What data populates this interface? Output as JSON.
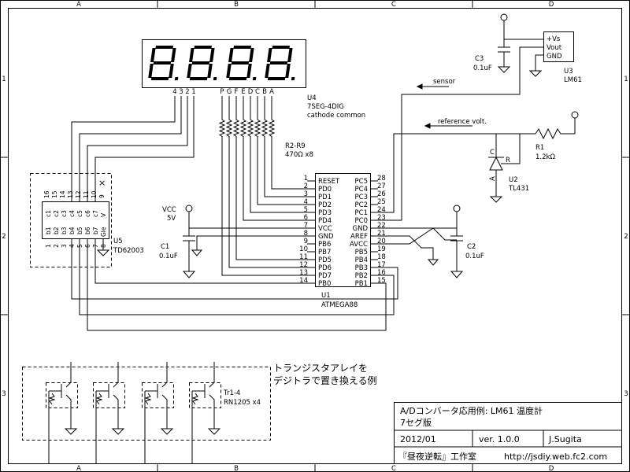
{
  "frame": {
    "col_labels": [
      "A",
      "B",
      "C",
      "D"
    ],
    "row_labels": [
      "1",
      "2",
      "3"
    ]
  },
  "display": {
    "ref": "U4",
    "part": "7SEG-4DIG",
    "desc": "cathode common",
    "digit_pins": [
      "4",
      "3",
      "2",
      "1"
    ],
    "seg_pins": [
      "P",
      "G",
      "F",
      "E",
      "D",
      "C",
      "B",
      "A"
    ]
  },
  "resistors": {
    "ref": "R2-R9",
    "value": "470Ω x8"
  },
  "driver": {
    "ref": "U5",
    "part": "TD62003",
    "top_pins": [
      "16",
      "15",
      "14",
      "13",
      "12",
      "11",
      "10",
      "9"
    ],
    "top_labels": [
      "c1",
      "c2",
      "c3",
      "c4",
      "c5",
      "c6",
      "c7",
      "V"
    ],
    "bot_labels": [
      "b1",
      "b2",
      "b3",
      "b4",
      "b5",
      "b6",
      "b7",
      "Gle"
    ],
    "bot_pins": [
      "1",
      "2",
      "3",
      "4",
      "5",
      "6",
      "7",
      "8"
    ],
    "nc_mark": "×"
  },
  "mcu": {
    "ref": "U1",
    "part": "ATMEGA88",
    "left_pins": [
      {
        "num": "1",
        "name": "RESET"
      },
      {
        "num": "2",
        "name": "PD0"
      },
      {
        "num": "3",
        "name": "PD1"
      },
      {
        "num": "4",
        "name": "PD2"
      },
      {
        "num": "5",
        "name": "PD3"
      },
      {
        "num": "6",
        "name": "PD4"
      },
      {
        "num": "7",
        "name": "VCC"
      },
      {
        "num": "8",
        "name": "GND"
      },
      {
        "num": "9",
        "name": "PB6"
      },
      {
        "num": "10",
        "name": "PB7"
      },
      {
        "num": "11",
        "name": "PD5"
      },
      {
        "num": "12",
        "name": "PD6"
      },
      {
        "num": "13",
        "name": "PD7"
      },
      {
        "num": "14",
        "name": "PB0"
      }
    ],
    "right_pins": [
      {
        "num": "28",
        "name": "PC5"
      },
      {
        "num": "27",
        "name": "PC4"
      },
      {
        "num": "26",
        "name": "PC3"
      },
      {
        "num": "25",
        "name": "PC2"
      },
      {
        "num": "24",
        "name": "PC1"
      },
      {
        "num": "23",
        "name": "PC0"
      },
      {
        "num": "22",
        "name": "GND"
      },
      {
        "num": "21",
        "name": "AREF"
      },
      {
        "num": "20",
        "name": "AVCC"
      },
      {
        "num": "19",
        "name": "PB5"
      },
      {
        "num": "18",
        "name": "PB4"
      },
      {
        "num": "17",
        "name": "PB3"
      },
      {
        "num": "16",
        "name": "PB2"
      },
      {
        "num": "15",
        "name": "PB1"
      }
    ]
  },
  "supply": {
    "label": "VCC",
    "voltage": "5V"
  },
  "c1": {
    "ref": "C1",
    "value": "0.1uF"
  },
  "c2": {
    "ref": "C2",
    "value": "0.1uF"
  },
  "c3": {
    "ref": "C3",
    "value": "0.1uF"
  },
  "sensor_chip": {
    "ref": "U3",
    "part": "LM61",
    "pins": [
      "+Vs",
      "Vout",
      "GND"
    ]
  },
  "net_sensor": "sensor",
  "net_ref": "reference volt.",
  "r1": {
    "ref": "R1",
    "value": "1.2kΩ"
  },
  "u2": {
    "ref": "U2",
    "part": "TL431",
    "pin_c": "C",
    "pin_r": "R",
    "pin_a": "A"
  },
  "note": {
    "line1": "トランジスタアレイを",
    "line2": "デジトラで置き換える例",
    "ref": "Tr1-4",
    "part": "RN1205 x4"
  },
  "title_block": {
    "title": "A/Dコンバータ応用例: LM61 温度計",
    "subtitle": "7セグ版",
    "date": "2012/01",
    "version": "ver. 1.0.0",
    "author": "J.Sugita",
    "org": "『昼夜逆転』工作室",
    "url": "http://jsdiy.web.fc2.com"
  }
}
